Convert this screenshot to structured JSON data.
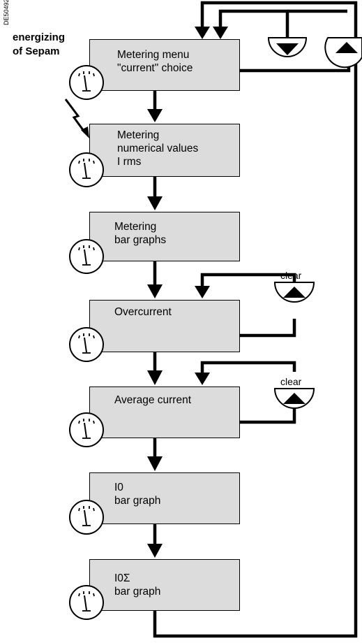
{
  "diagram": {
    "reference_code": "DE50492",
    "start_label_line1": "energizing",
    "start_label_line2": "of Sepam",
    "clear_label": "clear",
    "screens": [
      {
        "lines": [
          "Metering menu",
          "\"current\" choice"
        ]
      },
      {
        "lines": [
          "Metering",
          "numerical values",
          "I rms"
        ]
      },
      {
        "lines": [
          "Metering",
          "bar graphs"
        ]
      },
      {
        "lines": [
          "Overcurrent"
        ]
      },
      {
        "lines": [
          "Average current"
        ]
      },
      {
        "lines": [
          "I0",
          "bar graph"
        ]
      },
      {
        "lines": [
          "I0Σ",
          "bar graph"
        ]
      }
    ],
    "icons": {
      "screen_key": "metering-gauge-icon",
      "scroll_down_key": "scroll-down-key-icon",
      "scroll_up_key": "scroll-up-key-icon",
      "reset_key": "reset-key-icon",
      "power_on": "lightning-arrow-icon"
    }
  }
}
